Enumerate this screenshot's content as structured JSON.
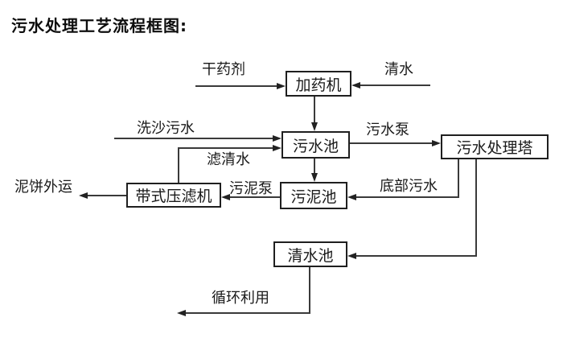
{
  "page": {
    "title": "污水处理工艺流程框图:",
    "background": "#ffffff",
    "line_color": "#3a3a3a",
    "border_color": "#1f1f1f",
    "text_color": "#1a1a1a"
  },
  "nodes": [
    {
      "id": "dosing-machine",
      "label": "加药机"
    },
    {
      "id": "sewage-pool",
      "label": "污水池"
    },
    {
      "id": "sewage-treatment-tower",
      "label": "污水处理塔"
    },
    {
      "id": "sludge-pool",
      "label": "污泥池"
    },
    {
      "id": "belt-filter-press",
      "label": "带式压滤机"
    },
    {
      "id": "clean-water-pool",
      "label": "清水池"
    }
  ],
  "flow_labels": {
    "dry_chemical": "干药剂",
    "clean_water": "清水",
    "sand_washing_sewage": "洗沙污水",
    "sewage_pump": "污水泵",
    "filtered_water": "滤清水",
    "sludge_pump": "污泥泵",
    "bottom_sewage": "底部污水",
    "mud_cake_shipped_out": "泥饼外运",
    "recycling": "循环利用"
  }
}
